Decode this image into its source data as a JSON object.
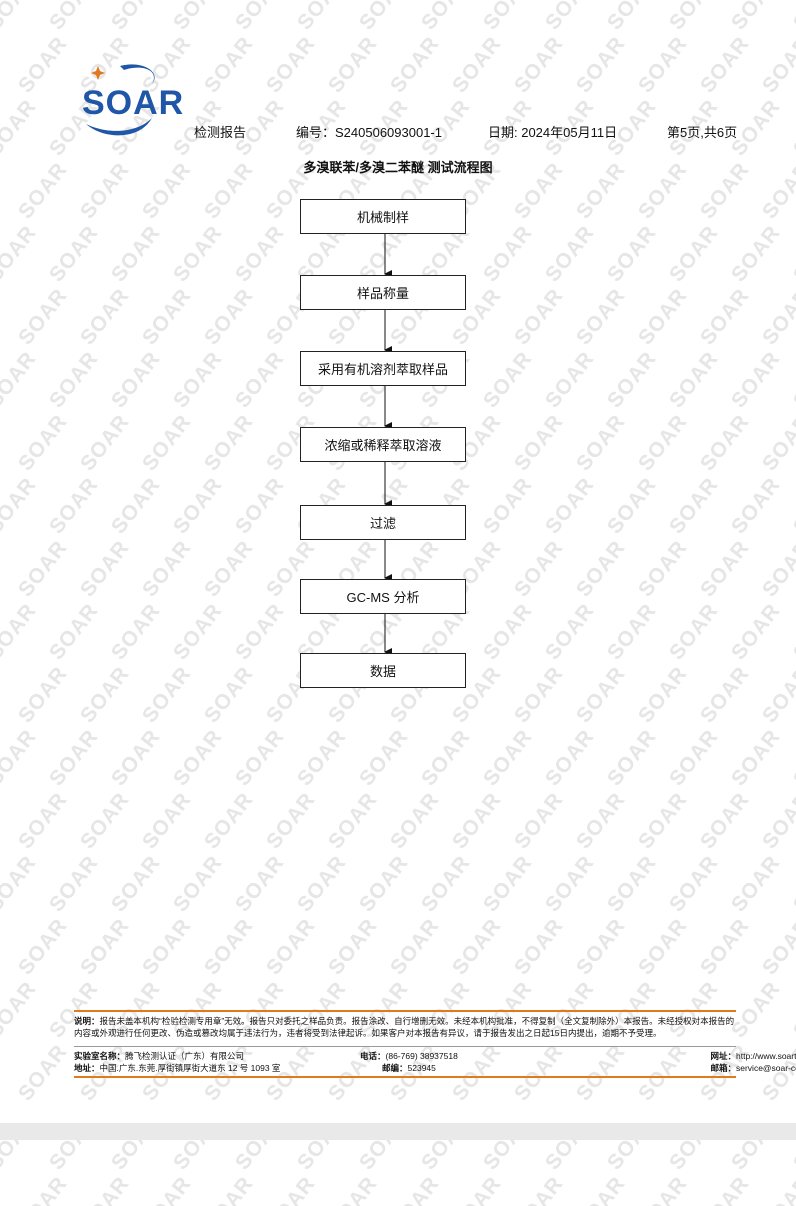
{
  "header": {
    "logo_text": "SOAR",
    "report_label": "检测报告",
    "number_label": "编号：S240506093001-1",
    "date_label": "日期: 2024年05月11日",
    "page_label": "第5页,共6页"
  },
  "title": "多溴联苯/多溴二苯醚 测试流程图",
  "flow": {
    "steps": [
      "机械制样",
      "样品称量",
      "采用有机溶剂萃取样品",
      "浓缩或稀释萃取溶液",
      "过滤",
      "GC-MS 分析",
      "数据"
    ]
  },
  "footer": {
    "note_label": "说明：",
    "note_text": "报告未盖本机构“检验检测专用章”无效。报告只对委托之样品负责。报告涂改、自行增删无效。未经本机构批准，不得复制（全文复制除外）本报告。未经授权对本报告的内容或外观进行任何更改、伪造或篡改均属于违法行为，违者将受到法律起诉。如果客户对本报告有异议，请于报告发出之日起15日内提出，逾期不予受理。",
    "lab_label": "实验室名称：",
    "lab_value": "腾飞检测认证（广东）有限公司",
    "phone_label": "电话：",
    "phone_value": "(86-769) 38937518",
    "web_label": "网址：",
    "web_value": "http://www.soartestlab.com",
    "addr_label": "地址：",
    "addr_value": "中国.广东.东莞.厚街镇厚街大道东 12 号 1093 室",
    "post_label": "邮编：",
    "post_value": "523945",
    "mail_label": "邮箱：",
    "mail_value": "service@soar-cert.com"
  },
  "watermark": "SOAR",
  "colors": {
    "brand_blue": "#1f56a8",
    "accent_orange": "#e07a1f"
  }
}
